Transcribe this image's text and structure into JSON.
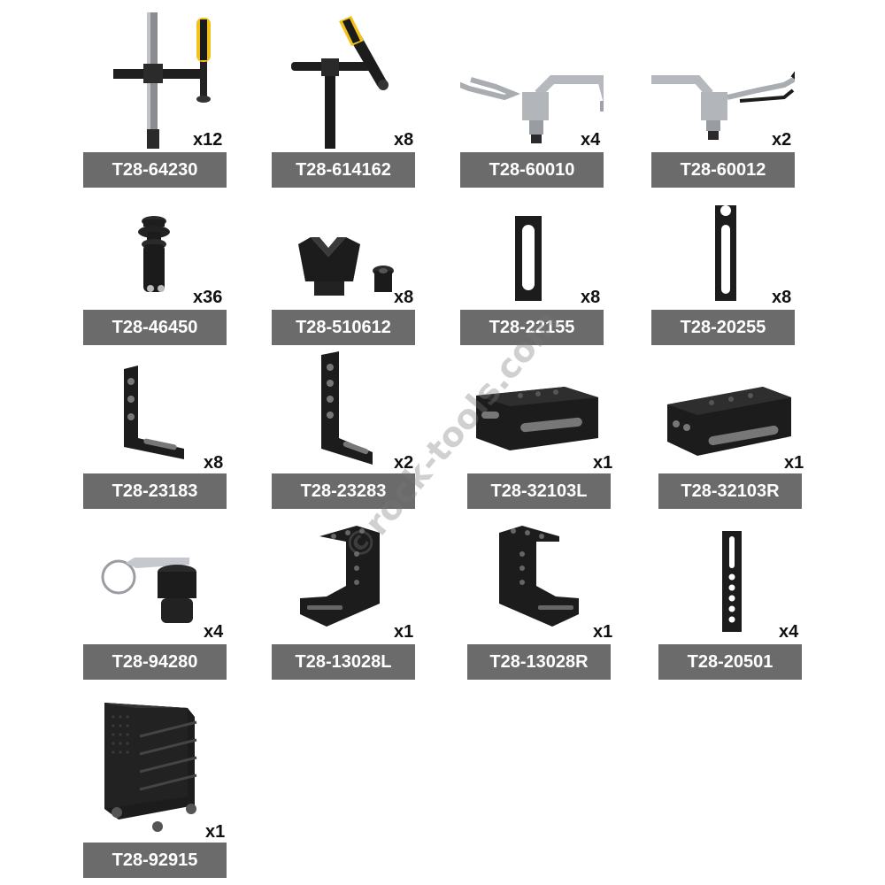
{
  "products": [
    {
      "code": "T28-64230",
      "qty": "x12",
      "icon": "swivel-screw-clamp-icon"
    },
    {
      "code": "T28-614162",
      "qty": "x8",
      "icon": "t-screw-clamp-icon"
    },
    {
      "code": "T28-60010",
      "qty": "x4",
      "icon": "locking-plier-clamp-left-icon"
    },
    {
      "code": "T28-60012",
      "qty": "x2",
      "icon": "locking-plier-clamp-right-icon"
    },
    {
      "code": "T28-46450",
      "qty": "x36",
      "icon": "quick-bolt-icon"
    },
    {
      "code": "T28-510612",
      "qty": "x8",
      "icon": "v-block-icon"
    },
    {
      "code": "T28-22155",
      "qty": "x8",
      "icon": "slot-bar-short-icon"
    },
    {
      "code": "T28-20255",
      "qty": "x8",
      "icon": "slot-bar-long-icon"
    },
    {
      "code": "T28-23183",
      "qty": "x8",
      "icon": "angle-bracket-small-icon"
    },
    {
      "code": "T28-23283",
      "qty": "x2",
      "icon": "angle-bracket-large-icon"
    },
    {
      "code": "T28-32103L",
      "qty": "x1",
      "icon": "u-block-left-icon"
    },
    {
      "code": "T28-32103R",
      "qty": "x1",
      "icon": "u-block-right-icon"
    },
    {
      "code": "T28-94280",
      "qty": "x4",
      "icon": "ring-pin-bolt-icon"
    },
    {
      "code": "T28-13028L",
      "qty": "x1",
      "icon": "square-bracket-left-icon"
    },
    {
      "code": "T28-13028R",
      "qty": "x1",
      "icon": "square-bracket-right-icon"
    },
    {
      "code": "T28-20501",
      "qty": "x4",
      "icon": "perforated-bar-icon"
    },
    {
      "code": "T28-92915",
      "qty": "x1",
      "icon": "tool-cart-icon"
    }
  ],
  "watermark": "©rock-tools.com",
  "colors": {
    "label_bg": "#6b6b6b",
    "label_text": "#ffffff",
    "metal_dark": "#1c1c1c",
    "handle_yellow": "#f2c21b",
    "chrome": "#c9ccd0"
  }
}
